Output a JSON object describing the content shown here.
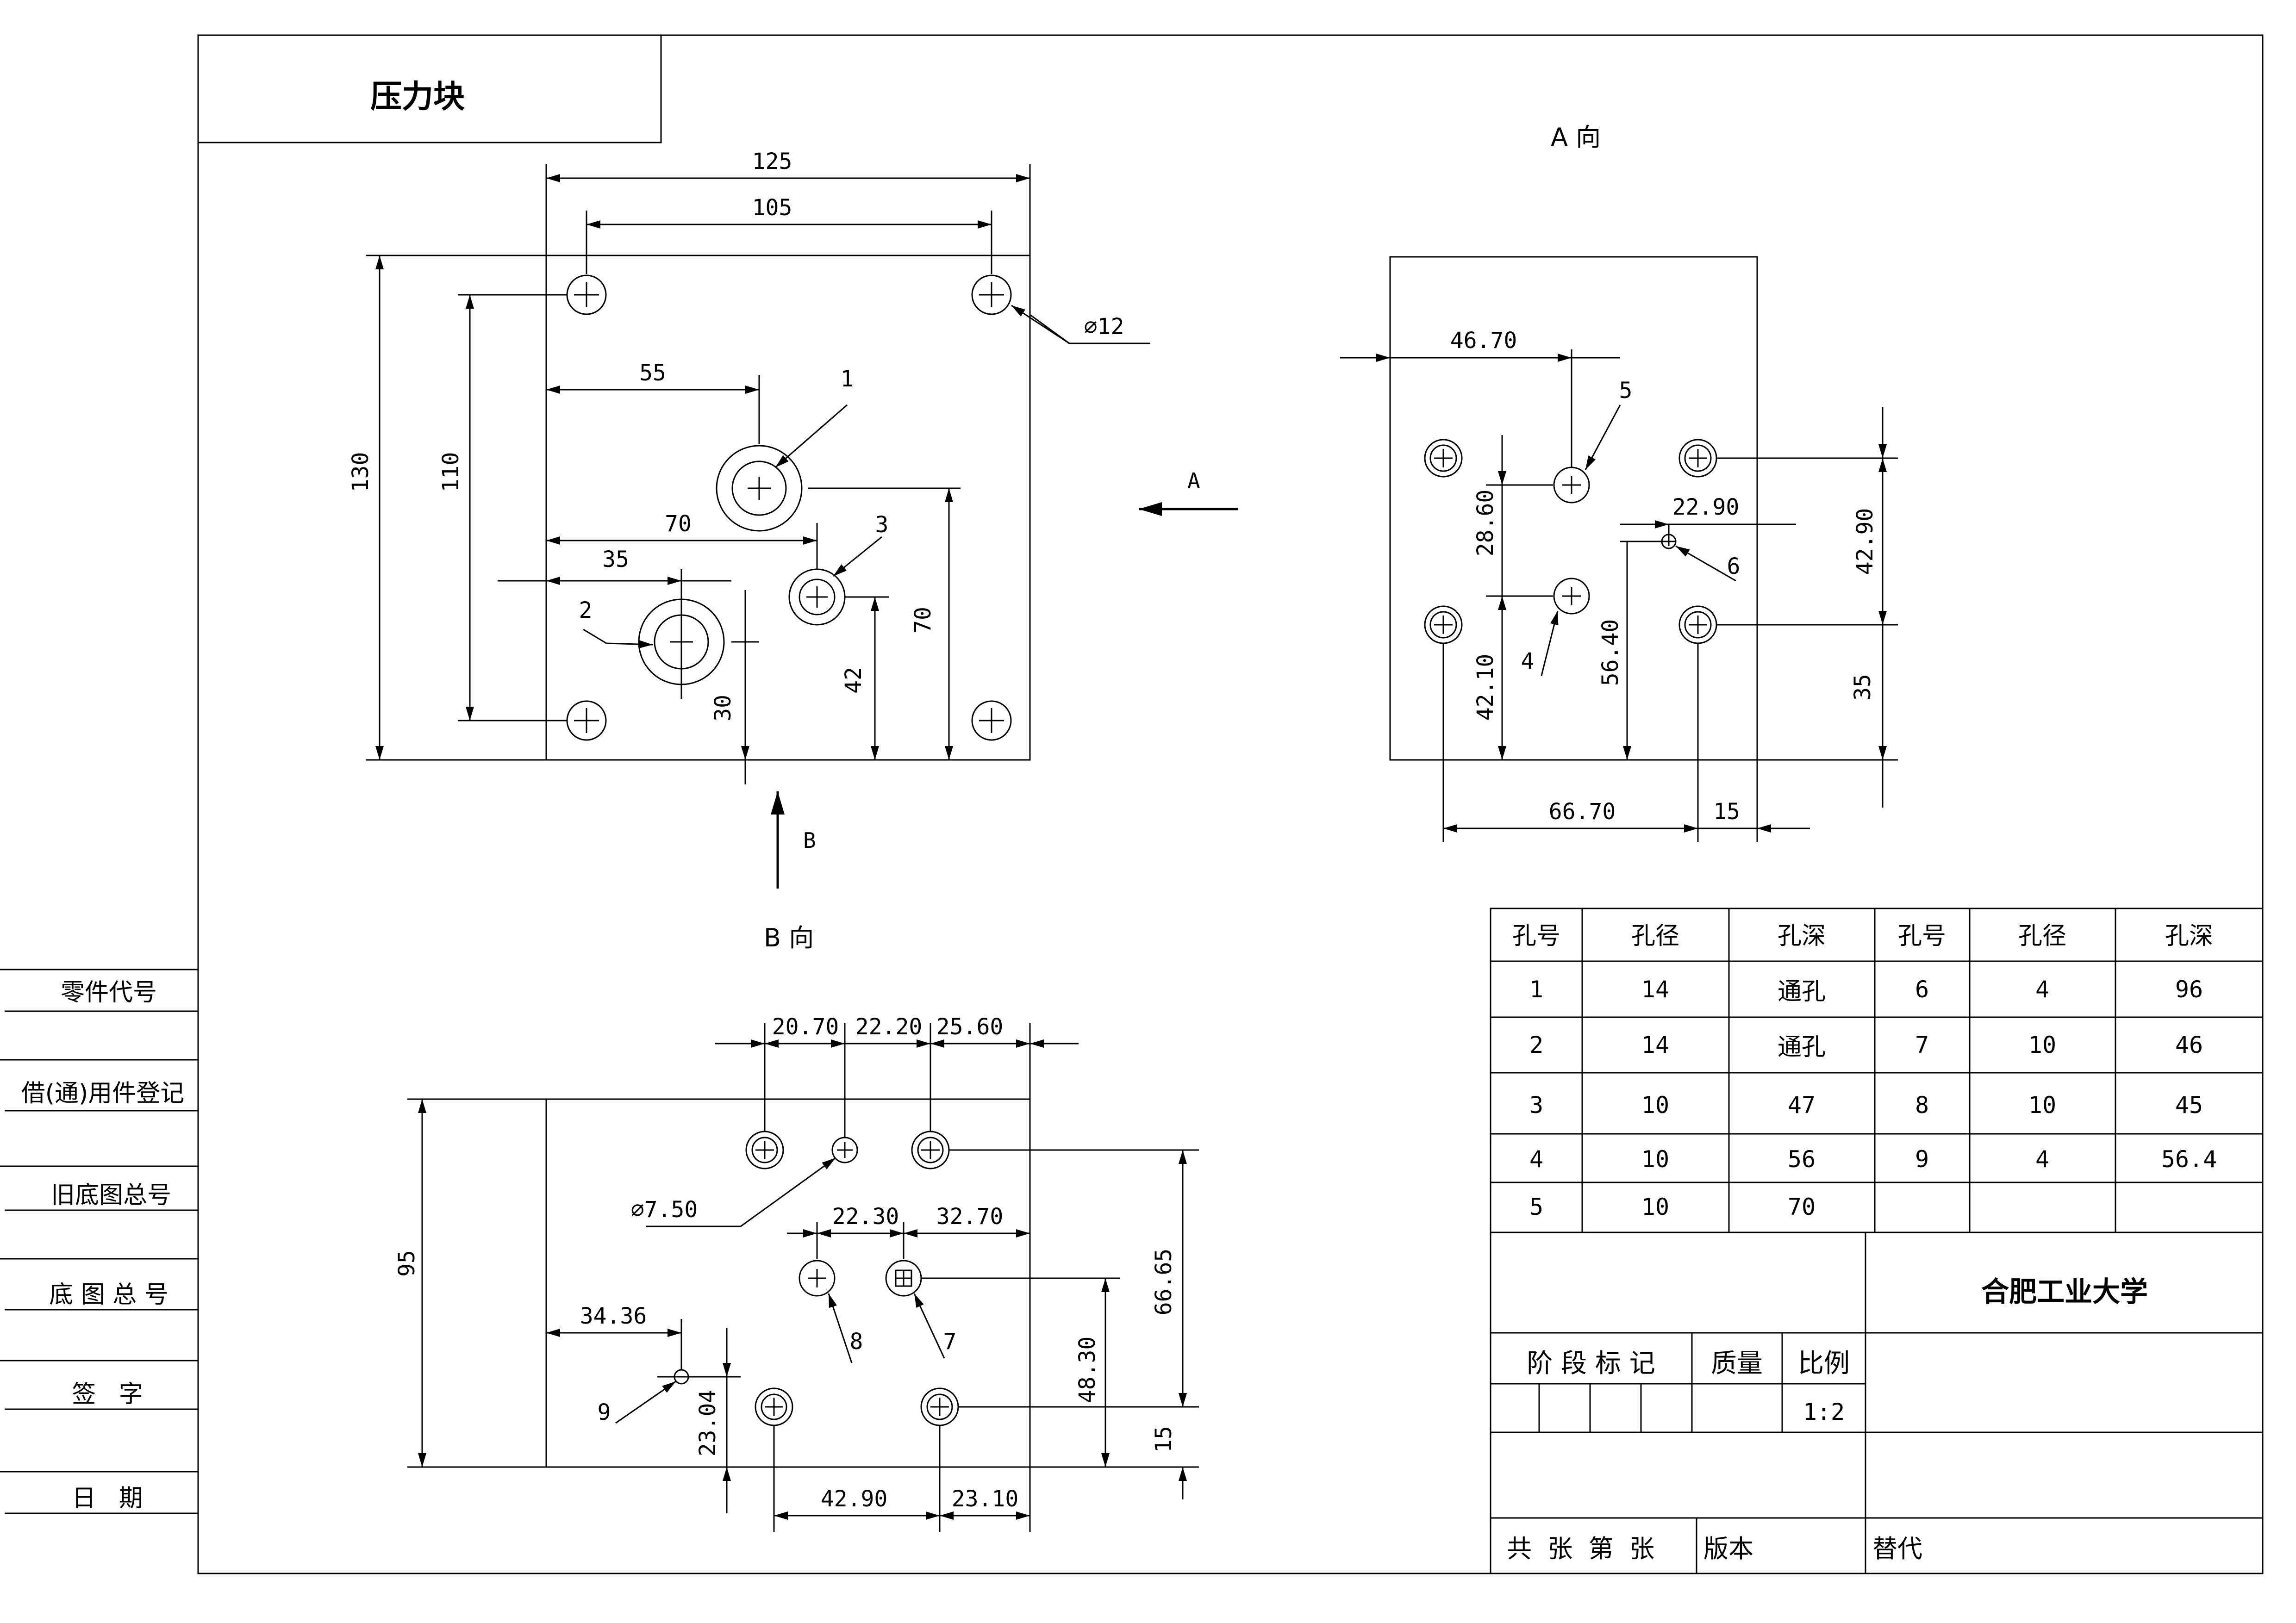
{
  "title": "压力块",
  "views": {
    "a_view": "A 向",
    "b_view": "B 向",
    "arrow_a": "A",
    "arrow_b": "B"
  },
  "front_dims": {
    "d125": "125",
    "d105": "105",
    "d130": "130",
    "d110": "110",
    "d55": "55",
    "d70h": "70",
    "d35": "35",
    "d70v": "70",
    "d42": "42",
    "d30": "30",
    "phi12": "∅12"
  },
  "front_labels": {
    "l1": "1",
    "l2": "2",
    "l3": "3"
  },
  "a_dims": {
    "d4670": "46.70",
    "d2860": "28.60",
    "d2290": "22.90",
    "d4290": "42.90",
    "d4210": "42.10",
    "d5640": "56.40",
    "d35": "35",
    "d6670": "66.70",
    "d15": "15"
  },
  "a_labels": {
    "l4": "4",
    "l5": "5",
    "l6": "6"
  },
  "b_dims": {
    "d2070": "20.70",
    "d2220": "22.20",
    "d2560": "25.60",
    "phi750": "∅7.50",
    "d2230": "22.30",
    "d3270": "32.70",
    "d95": "95",
    "d6665": "66.65",
    "d3436": "34.36",
    "d4830": "48.30",
    "d2304": "23.04",
    "d15": "15",
    "d4290": "42.90",
    "d2310": "23.10"
  },
  "b_labels": {
    "l7": "7",
    "l8": "8",
    "l9": "9"
  },
  "sidebar": [
    "零件代号",
    "借(通)用件登记",
    "旧底图总号",
    "底 图 总 号",
    "签   字",
    "日   期"
  ],
  "hole_table": {
    "headers": [
      "孔号",
      "孔径",
      "孔深",
      "孔号",
      "孔径",
      "孔深"
    ],
    "rows": [
      [
        "1",
        "14",
        "通孔",
        "6",
        "4",
        "96"
      ],
      [
        "2",
        "14",
        "通孔",
        "7",
        "10",
        "46"
      ],
      [
        "3",
        "10",
        "47",
        "8",
        "10",
        "45"
      ],
      [
        "4",
        "10",
        "56",
        "9",
        "4",
        "56.4"
      ],
      [
        "5",
        "10",
        "70",
        "",
        "",
        ""
      ]
    ]
  },
  "title_block": {
    "university": "合肥工业大学",
    "stage_mark": "阶 段 标 记",
    "mass": "质量",
    "scale_label": "比例",
    "scale": "1:2",
    "sheets": "共  张  第  张",
    "version": "版本",
    "replace": "替代"
  }
}
